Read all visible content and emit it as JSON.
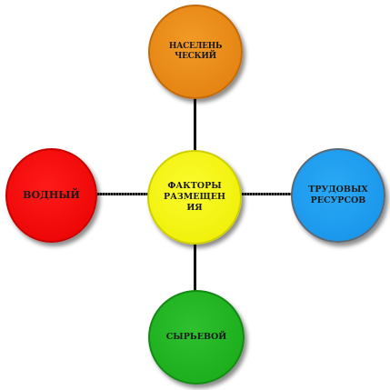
{
  "diagram": {
    "center": {
      "label": "ФАКТОРЫ\nРАЗМЕЩЕН\nИЯ",
      "color": "#eded00"
    },
    "top": {
      "label": "НАСЕЛЕНЬ\nЧЕСКИЙ",
      "color": "#e8850f"
    },
    "left": {
      "label": "ВОДНЫЙ",
      "color": "#f00000"
    },
    "right": {
      "label": "ТРУДОВЫХ\nРЕСУРСОВ",
      "color": "#1a98ee"
    },
    "bottom": {
      "label": "СЫРЬЕВОЙ",
      "color": "#1eb31e"
    }
  }
}
